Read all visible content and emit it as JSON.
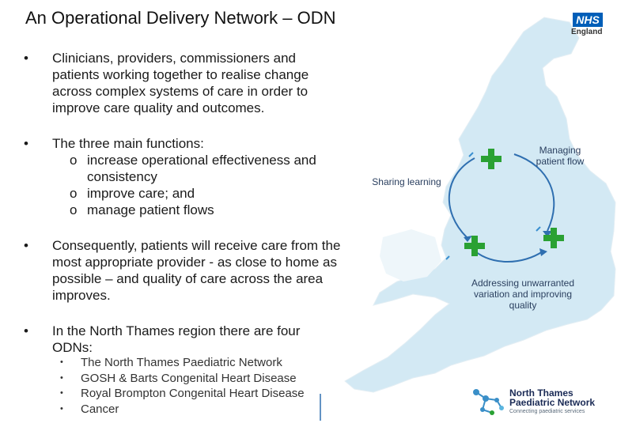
{
  "title": "An Operational Delivery Network – ODN",
  "bullets": [
    {
      "bullet": "•",
      "text": "Clinicians, providers, commissioners and patients working together to realise change across complex systems of care in order to improve care quality and outcomes."
    },
    {
      "bullet": "•",
      "text": "The three main functions:",
      "subitems": [
        {
          "marker": "o",
          "lines": [
            "increase operational effectiveness and",
            "consistency"
          ]
        },
        {
          "marker": "o",
          "lines": [
            "improve care; and"
          ]
        },
        {
          "marker": "o",
          "lines": [
            "manage patient flows"
          ]
        }
      ]
    },
    {
      "bullet": "•",
      "text": "Consequently, patients will receive care from the most appropriate provider - as close to home as possible – and quality of care across the area improves."
    },
    {
      "bullet": "•",
      "text": "In the North Thames region there are four ODNs:",
      "odns": [
        "The North Thames Paediatric Network",
        "GOSH & Barts Congenital Heart Disease",
        "Royal Brompton Congenital Heart Disease",
        "Cancer"
      ]
    }
  ],
  "diagram": {
    "labels": {
      "managing": "Managing patient flow",
      "sharing": "Sharing learning",
      "addressing": "Addressing unwarranted variation and improving quality"
    },
    "colors": {
      "cross": "#2aa133",
      "arrow": "#2f6fb0",
      "map": "#d3e9f4"
    }
  },
  "nhs_logo": {
    "text": "NHS",
    "region": "England"
  },
  "network_logo": {
    "line1": "North Thames",
    "line2": "Paediatric Network",
    "tagline": "Connecting paediatric services"
  }
}
